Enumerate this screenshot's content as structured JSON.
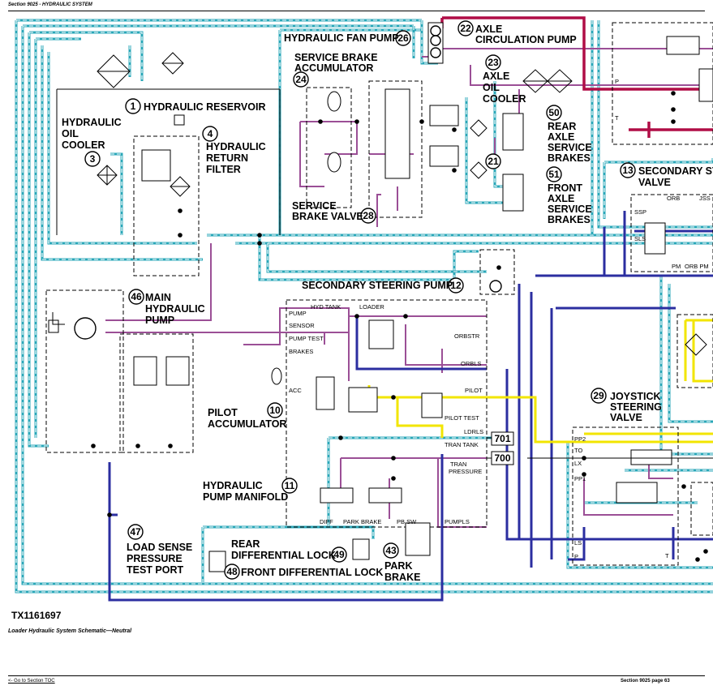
{
  "header": {
    "section": "Section 9025 - HYDRAULIC SYSTEM"
  },
  "figure_id": "TX1161697",
  "caption": "Loader Hydraulic System Schematic—Neutral",
  "footer": {
    "toc_link": "<- Go to Section TOC",
    "page": "Section 9025 page 63"
  },
  "colors": {
    "pilot": "#2aa7b8",
    "return": "#9b4f96",
    "loadsense": "#2b2ea0",
    "pressure": "#b00d46",
    "signal": "#f2e500"
  },
  "components": [
    {
      "num": "1",
      "label": "HYDRAULIC RESERVOIR"
    },
    {
      "num": "3",
      "label": "HYDRAULIC OIL COOLER"
    },
    {
      "num": "4",
      "label": "HYDRAULIC RETURN FILTER"
    },
    {
      "num": "10",
      "label": "PILOT ACCUMULATOR"
    },
    {
      "num": "11",
      "label": "HYDRAULIC PUMP MANIFOLD"
    },
    {
      "num": "12",
      "label": "SECONDARY STEERING PUMP"
    },
    {
      "num": "13",
      "label": "SECONDARY STEERING VALVE"
    },
    {
      "num": "21",
      "label": ""
    },
    {
      "num": "22",
      "label": "AXLE CIRCULATION PUMP"
    },
    {
      "num": "23",
      "label": "AXLE OIL COOLER"
    },
    {
      "num": "24",
      "label": "SERVICE BRAKE ACCUMULATOR"
    },
    {
      "num": "26",
      "label": "HYDRAULIC FAN PUMP"
    },
    {
      "num": "28",
      "label": "SERVICE BRAKE VALVE"
    },
    {
      "num": "29",
      "label": "JOYSTICK STEERING VALVE"
    },
    {
      "num": "43",
      "label": "PARK BRAKE"
    },
    {
      "num": "46",
      "label": "MAIN HYDRAULIC PUMP"
    },
    {
      "num": "47",
      "label": "LOAD SENSE PRESSURE TEST PORT"
    },
    {
      "num": "48",
      "label": "FRONT DIFFERENTIAL LOCK"
    },
    {
      "num": "49",
      "label": "REAR DIFFERENTIAL LOCK"
    },
    {
      "num": "50",
      "label": "REAR AXLE SERVICE BRAKES"
    },
    {
      "num": "51",
      "label": "FRONT AXLE SERVICE BRAKES"
    }
  ],
  "port_labels": {
    "hyd_tank": "HYD TANK",
    "pump": "PUMP",
    "sensor": "SENSOR",
    "pump_test": "PUMP TEST",
    "brakes": "BRAKES",
    "loader": "LOADER",
    "acc": "ACC",
    "orbstr": "ORBSTR",
    "orbls": "ORBLS",
    "pilot": "PILOT",
    "pilot_test": "PILOT TEST",
    "ldrls": "LDRLS",
    "tran_tank": "TRAN TANK",
    "tran_pressure": "TRAN PRESSURE",
    "diff": "DIFF",
    "park_brake": "PARK BRAKE",
    "pb_sw": "PB SW",
    "pumpls": "PUMPLS",
    "orb": "ORB",
    "jss": "JSS",
    "ssp": "SSP",
    "sls": "SLS",
    "pm": "PM",
    "orb_pm": "ORB PM",
    "pp2": "PP2",
    "to": "TO",
    "lx": "LX",
    "pp1": "PP1",
    "ls": "LS",
    "p": "P",
    "t": "T"
  },
  "test_ports": [
    {
      "code": "701",
      "name": "TRAN TANK"
    },
    {
      "code": "700",
      "name": "TRAN PRESSURE"
    }
  ]
}
